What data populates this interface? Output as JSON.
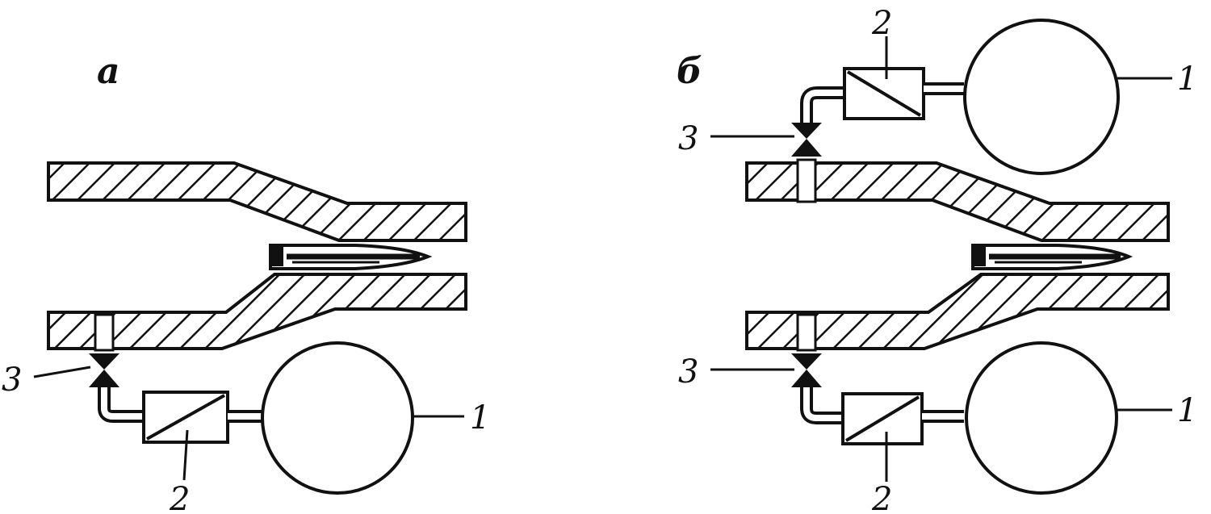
{
  "figure": {
    "panel_a": {
      "letter": "а",
      "label_reservoir": "1",
      "label_valve_unit": "2",
      "label_nozzle": "3"
    },
    "panel_b": {
      "letter": "б",
      "top_label_reservoir": "1",
      "top_label_valve_unit": "2",
      "top_label_nozzle": "3",
      "bottom_label_reservoir": "1",
      "bottom_label_valve_unit": "2",
      "bottom_label_nozzle": "3"
    }
  }
}
